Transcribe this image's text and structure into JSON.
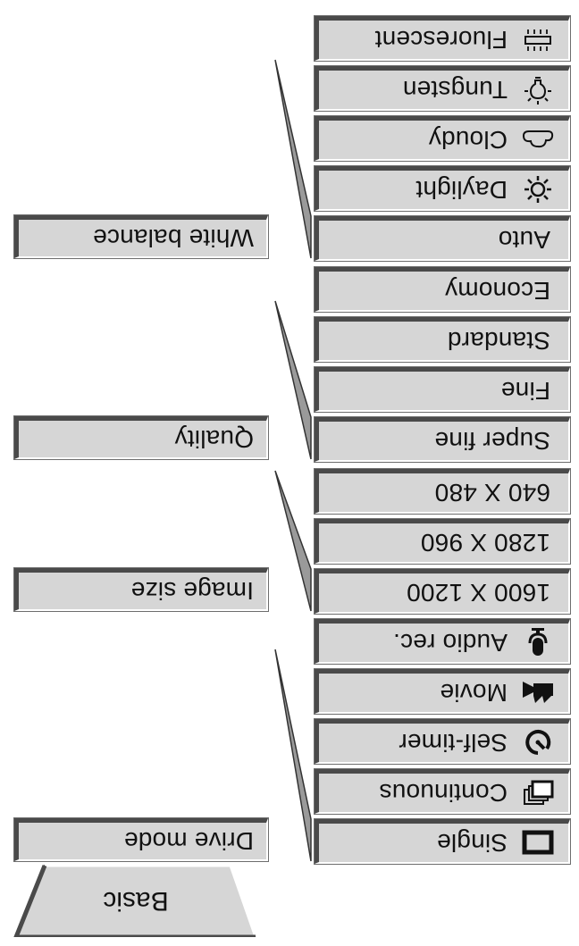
{
  "basic_tab": {
    "label": "Basic"
  },
  "categories": [
    {
      "label": "Drive mode"
    },
    {
      "label": "Image size"
    },
    {
      "label": "Quality"
    },
    {
      "label": "White balance"
    }
  ],
  "drive_mode": [
    {
      "label": "Single",
      "icon": "single-frame-icon"
    },
    {
      "label": "Continuous",
      "icon": "continuous-frames-icon"
    },
    {
      "label": "Self-timer",
      "icon": "self-timer-icon"
    },
    {
      "label": "Movie",
      "icon": "movie-camera-icon"
    },
    {
      "label": "Audio rec.",
      "icon": "microphone-icon"
    }
  ],
  "image_size": [
    {
      "label": "1600 X 1200"
    },
    {
      "label": "1280 X 960"
    },
    {
      "label": "640 X 480"
    }
  ],
  "quality": [
    {
      "label": "Super fine"
    },
    {
      "label": "Fine"
    },
    {
      "label": "Standard"
    },
    {
      "label": "Economy"
    }
  ],
  "white_balance": [
    {
      "label": "Auto"
    },
    {
      "label": "Daylight",
      "icon": "sun-icon"
    },
    {
      "label": "Cloudy",
      "icon": "cloud-icon"
    },
    {
      "label": "Tungsten",
      "icon": "light-bulb-icon"
    },
    {
      "label": "Fluorescent",
      "icon": "fluorescent-tube-icon"
    }
  ]
}
